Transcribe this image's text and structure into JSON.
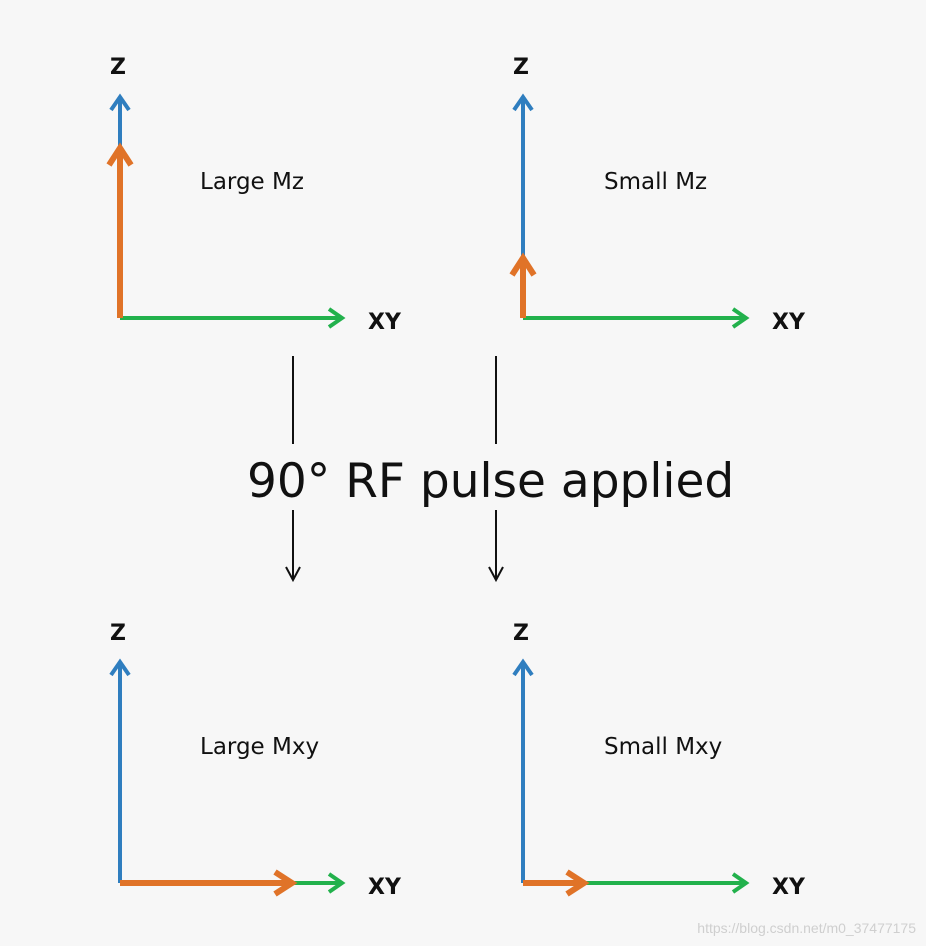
{
  "colors": {
    "z_axis": "#2f7ebf",
    "xy_axis": "#22b14c",
    "magnetization": "#e07328",
    "flow": "#111111"
  },
  "panels": [
    {
      "id": "top-left",
      "label": "Large Mz",
      "z_axis_label": "Z",
      "xy_axis_label": "XY",
      "vector": "z",
      "relative_magnitude": 0.75
    },
    {
      "id": "top-right",
      "label": "Small Mz",
      "z_axis_label": "Z",
      "xy_axis_label": "XY",
      "vector": "z",
      "relative_magnitude": 0.28
    },
    {
      "id": "bottom-left",
      "label": "Large Mxy",
      "z_axis_label": "Z",
      "xy_axis_label": "XY",
      "vector": "xy",
      "relative_magnitude": 0.75
    },
    {
      "id": "bottom-right",
      "label": "Small Mxy",
      "z_axis_label": "Z",
      "xy_axis_label": "XY",
      "vector": "xy",
      "relative_magnitude": 0.28
    }
  ],
  "pulse_label": "90° RF pulse applied",
  "watermark": "https://blog.csdn.net/m0_37477175"
}
